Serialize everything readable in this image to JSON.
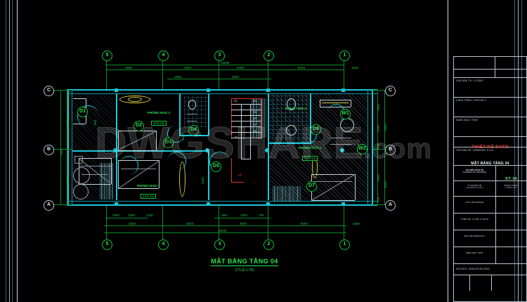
{
  "app": {
    "kind": "autocad-drawing-screenshot",
    "background": "#000000",
    "accent_cyan": "#19c8d8",
    "accent_green": "#12c43a",
    "accent_red": "#e03028",
    "accent_white": "#c8d0d8"
  },
  "watermark": {
    "text": "DWGSHARE",
    "suffix": ".com"
  },
  "plan": {
    "title": "MẶT BẰNG TẦNG 04",
    "subtitle": "(TỈ LỆ 1:75)",
    "grid_top": [
      "5",
      "4",
      "3",
      "2",
      "1"
    ],
    "grid_bottom": [
      "5",
      "4",
      "3",
      "2",
      "1"
    ],
    "grid_left": [
      "C",
      "B",
      "A"
    ],
    "grid_right": [
      "C",
      "B",
      "A"
    ],
    "dims_top_upper": [
      "3500",
      "1500",
      "2000",
      "3000",
      "5000",
      "1500"
    ],
    "dims_top_lower": [
      "1500",
      "2000"
    ],
    "dims_bottom_detail": [
      "1500",
      "1300",
      "1100",
      "850",
      "1300",
      "740"
    ],
    "dims_bottom_bay": [
      "3500",
      "3000",
      "3000",
      "5000",
      "1500"
    ],
    "dim_overall": "16500",
    "dims_left": [
      "4000",
      "3000",
      "7000"
    ],
    "dims_right": [
      "1500",
      "1000",
      "900",
      "1500",
      "700",
      "4000",
      "3000"
    ],
    "rooms": [
      {
        "name": "PHÒNG NGỦ 2",
        "area": "12.6 m2"
      },
      {
        "name": "PHÒNG NGỦ 3",
        "area": "14.8 m2"
      },
      {
        "name": "PHÒNG NGỦ 1",
        "area": "15.2 m2"
      },
      {
        "name": "SẢNH + WC 4",
        "area": ""
      }
    ],
    "stair_treads": [
      "21",
      "20",
      "19",
      "18",
      "17",
      "16",
      "15"
    ],
    "door_tags": [
      "D1",
      "D2",
      "D3",
      "D4",
      "D5",
      "D6",
      "D7"
    ],
    "vertical_notes": [
      "2100",
      "2100",
      "900"
    ]
  },
  "titleblock": {
    "rows": [
      {
        "label": "CHỦ ĐẦU TƯ / CLIENT:",
        "value": ""
      },
      {
        "label": "CÔNG TRÌNH / PROJECT:",
        "value": ""
      },
      {
        "label": "HẠNG MỤC/ ITEM:",
        "value": ""
      }
    ],
    "firm": "THIẾT KẾ DVTD",
    "drawing_label": "TÊN BẢN VẼ / DRAWING TITLE:",
    "drawing_name": "MẶT BẰNG TẦNG 04",
    "number_label": "SỐ HIỆU BẢN VẼ",
    "number_label_en": "NUMBER OF DRAWING",
    "number_value": "KT- 04",
    "scale_label": "TỈ LỆ BẢN VẼ",
    "scale_label_en": "DRAWING RATIO",
    "scale_value_1": "HOÀN THÀNH",
    "scale_value_2": "COMPLETE",
    "rows_bottom": [
      "CHỦ TRÌ/ DESIGN",
      "THIẾT KẾ - VỊ TRÍ/ VỊ TRÍ M",
      "BẢN VẼ/ DRAWN BY",
      "KIỂM TRA / TEST"
    ],
    "revision": "SỬA ĐỔI / MODIFICATIONS..."
  }
}
